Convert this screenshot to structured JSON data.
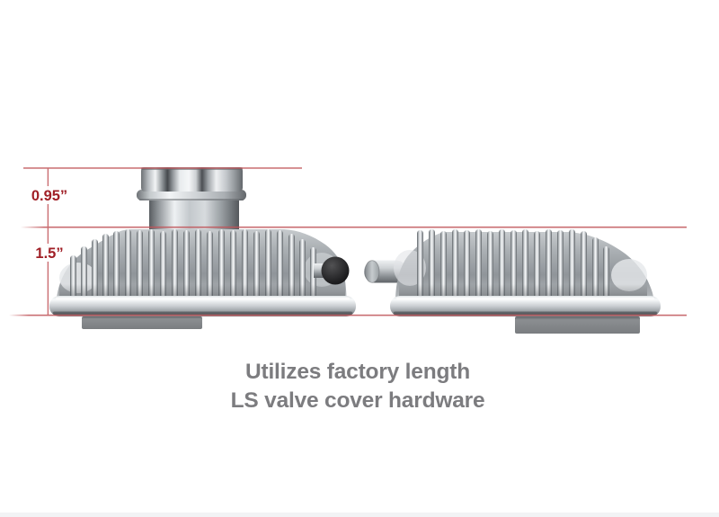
{
  "annotations": {
    "neck_height": "0.95”",
    "cover_height": "1.5”",
    "line_color": "#c05358",
    "label_color": "#a01f26"
  },
  "caption": {
    "line1": "Utilizes factory length",
    "line2": "LS valve cover hardware",
    "color": "#7c7c7f"
  }
}
